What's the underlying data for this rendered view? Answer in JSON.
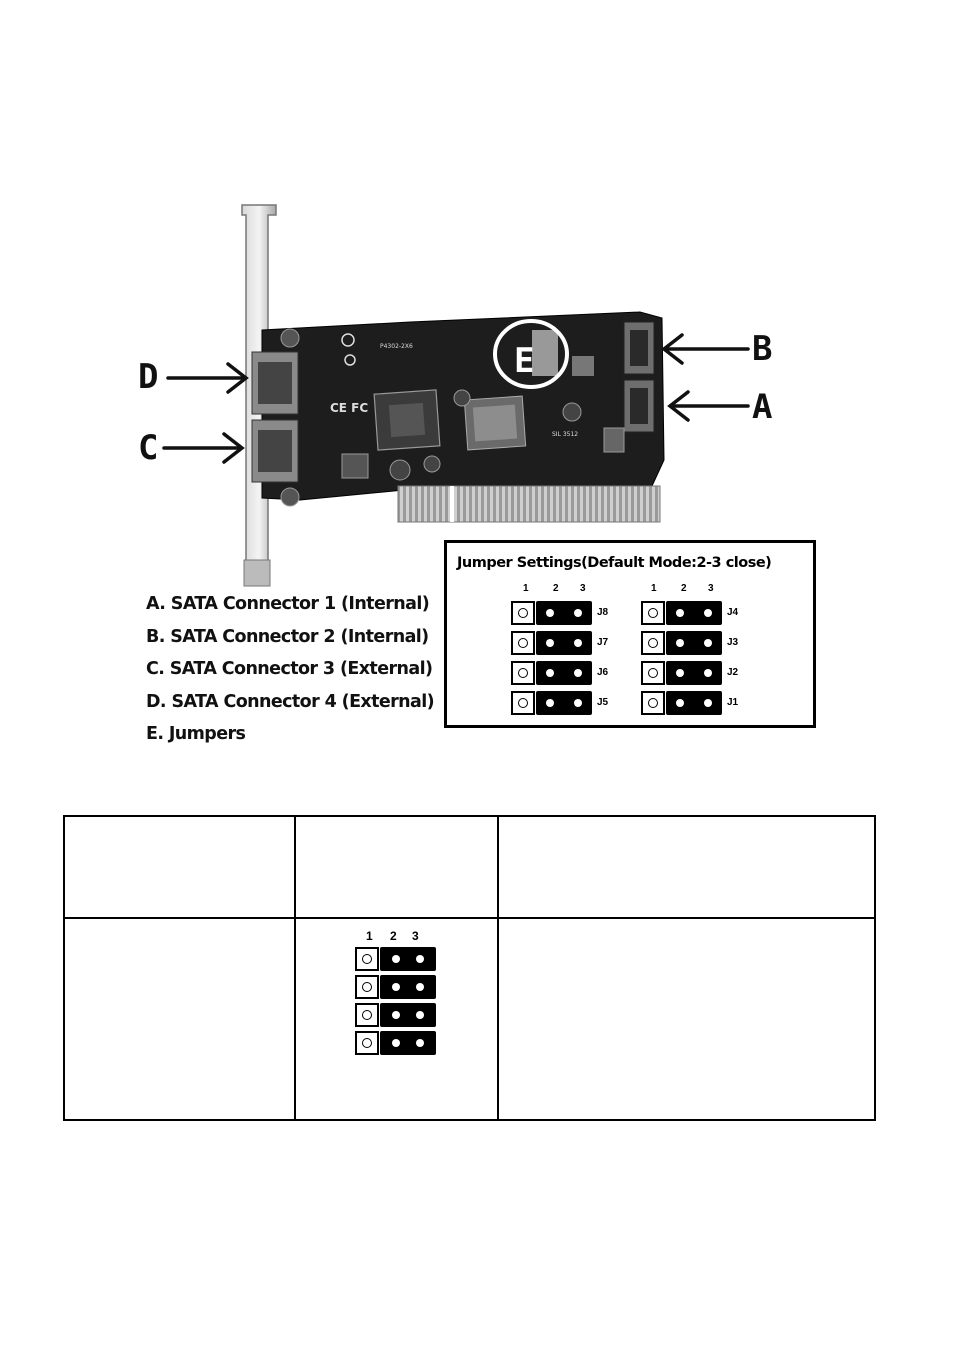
{
  "figure": {
    "callouts": {
      "a": "A",
      "b": "B",
      "c": "C",
      "d": "D",
      "e": "E"
    },
    "board_silkscreen": {
      "model": "P4302-2X6",
      "part": "SIL 3512"
    }
  },
  "legend": {
    "items": [
      "A. SATA Connector 1 (Internal)",
      "B. SATA Connector 2 (Internal)",
      "C. SATA Connector 3 (External)",
      "D. SATA Connector 4 (External)",
      "E. Jumpers"
    ]
  },
  "jumper_settings": {
    "title": "Jumper Settings(Default Mode:2-3 close)",
    "pin_numbers": [
      "1",
      "2",
      "3"
    ],
    "left_labels": [
      "J8",
      "J7",
      "J6",
      "J5"
    ],
    "right_labels": [
      "J4",
      "J3",
      "J2",
      "J1"
    ]
  },
  "table": {
    "mini_pin_numbers": [
      "1",
      "2",
      "3"
    ]
  }
}
